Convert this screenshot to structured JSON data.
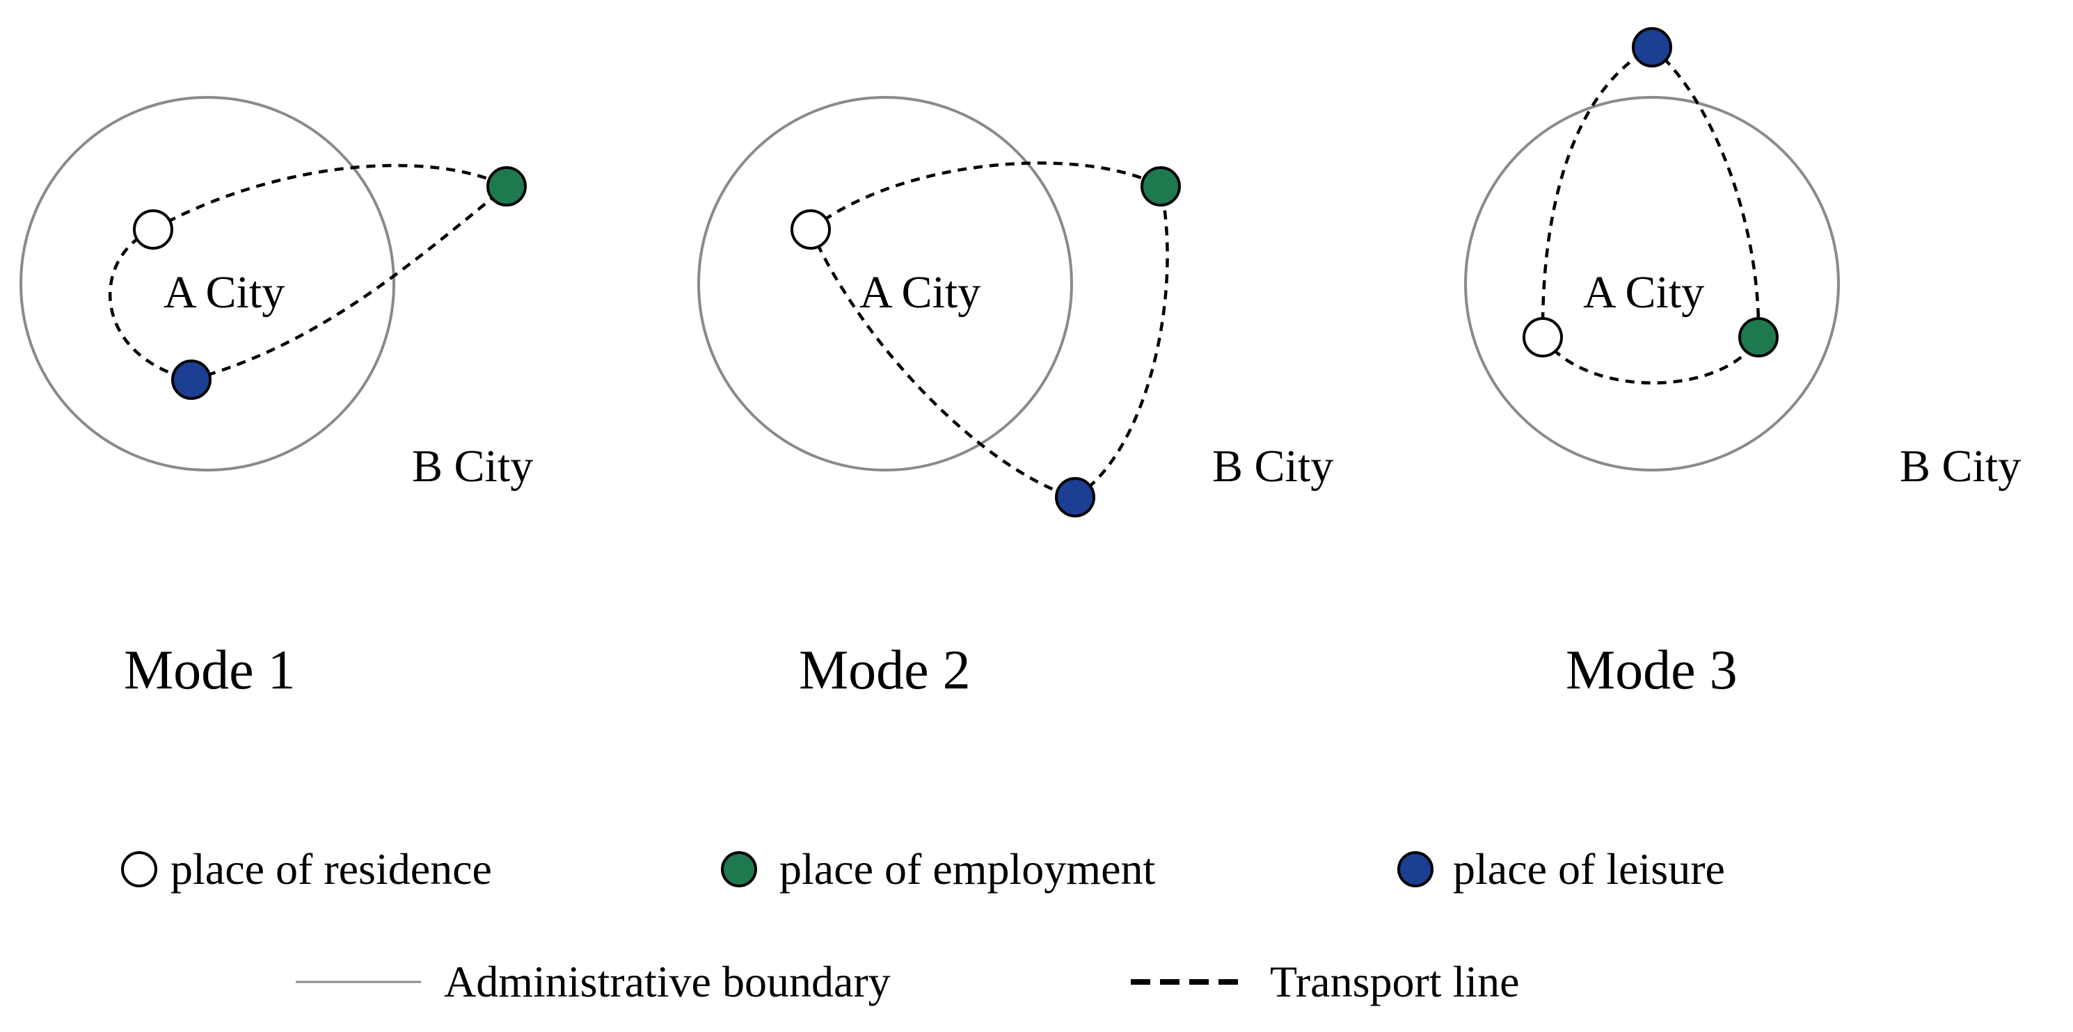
{
  "colors": {
    "residence": "#ffffff",
    "employment": "#1e7a4e",
    "leisure": "#1c3e93",
    "boundary": "#8a8a8a",
    "transport": "#000000"
  },
  "modes": [
    {
      "title": "Mode 1",
      "city_a": "A City",
      "city_b": "B City"
    },
    {
      "title": "Mode 2",
      "city_a": "A City",
      "city_b": "B City"
    },
    {
      "title": "Mode 3",
      "city_a": "A City",
      "city_b": "B City"
    }
  ],
  "legend": {
    "residence": "place of residence",
    "employment": "place of employment",
    "leisure": "place of leisure",
    "boundary": "Administrative boundary",
    "transport": "Transport line"
  }
}
